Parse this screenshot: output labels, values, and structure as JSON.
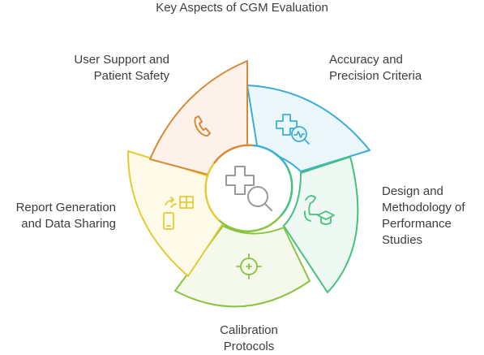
{
  "title": "Key Aspects of CGM Evaluation",
  "segments": [
    {
      "id": "accuracy",
      "lines": [
        "Accuracy and",
        "Precision Criteria"
      ],
      "color": "#3aaed8",
      "icon": "medical-cross-monitor-icon"
    },
    {
      "id": "design",
      "lines": [
        "Design and",
        "Methodology of",
        "Performance",
        "Studies"
      ],
      "color": "#45c17f",
      "icon": "arm-graduation-cap-icon"
    },
    {
      "id": "calibration",
      "lines": [
        "Calibration",
        "Protocols"
      ],
      "color": "#8ac43f",
      "icon": "crosshair-target-icon"
    },
    {
      "id": "report",
      "lines": [
        "Report Generation",
        "and Data Sharing"
      ],
      "color": "#e3cc33",
      "icon": "phone-transfer-spreadsheet-icon"
    },
    {
      "id": "support",
      "lines": [
        "User Support and",
        "Patient Safety"
      ],
      "color": "#d98a36",
      "icon": "telephone-handset-icon"
    }
  ],
  "center": {
    "icon": "medical-cross-magnifier-icon",
    "color": "#9a9a9a"
  }
}
